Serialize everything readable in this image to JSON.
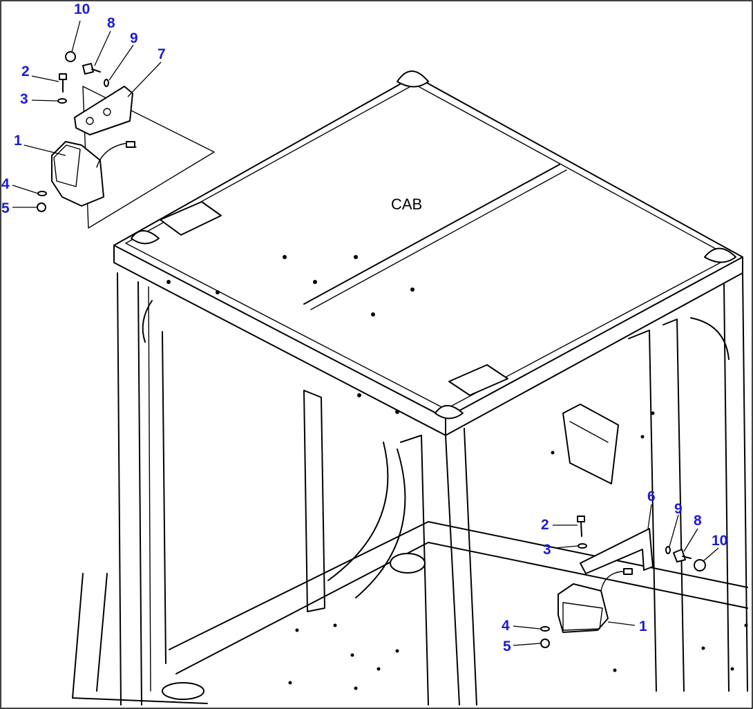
{
  "diagram": {
    "cab_label": "CAB",
    "callouts_left": {
      "c10": "10",
      "c8": "8",
      "c9": "9",
      "c7": "7",
      "c2": "2",
      "c3": "3",
      "c1": "1",
      "c4": "4",
      "c5": "5"
    },
    "callouts_right": {
      "c6": "6",
      "c9": "9",
      "c8": "8",
      "c2": "2",
      "c10": "10",
      "c3": "3",
      "c1": "1",
      "c4": "4",
      "c5": "5"
    },
    "callout_color": "#1a1ad6",
    "line_color": "#000000"
  }
}
